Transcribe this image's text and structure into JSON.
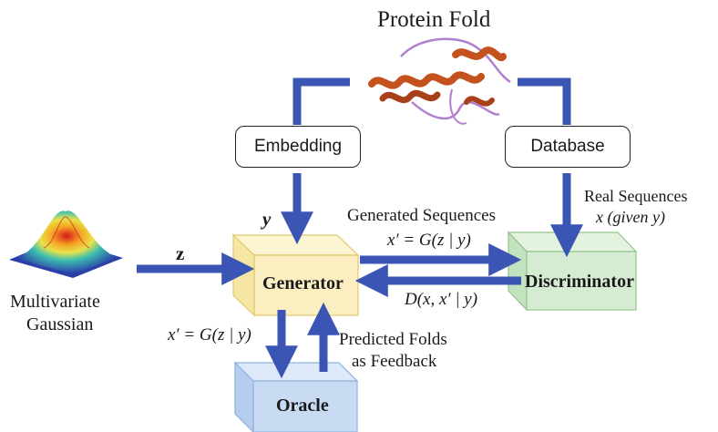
{
  "title": "Protein Fold",
  "boxes": {
    "embedding": "Embedding",
    "database": "Database",
    "generator": "Generator",
    "discriminator": "Discriminator",
    "oracle": "Oracle"
  },
  "labels": {
    "y_input": "y",
    "z_input": "z",
    "gaussian_line1": "Multivariate",
    "gaussian_line2": "Gaussian",
    "real_line1": "Real Sequences",
    "real_line2": "x (given y)",
    "generated_title": "Generated Sequences",
    "generated_formula": "x′ = G(z | y)",
    "discriminator_output": "D(x, x′ | y)",
    "oracle_input": "x′ = G(z | y)",
    "feedback_line1": "Predicted Folds",
    "feedback_line2": "as Feedback"
  },
  "colors": {
    "arrow": "#3a55b4",
    "generator_fill": "#fbeec0",
    "discriminator_fill": "#d5ecd2",
    "oracle_fill": "#c9dbf3",
    "protein": "#c4521f",
    "loop": "#b07fd0"
  }
}
